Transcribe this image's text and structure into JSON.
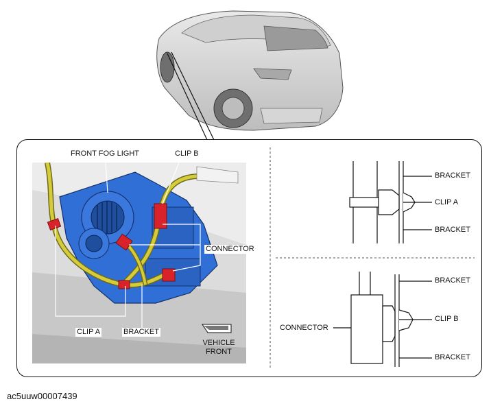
{
  "figure_id": "ac5uuw00007439",
  "photo": {
    "labels": {
      "front_fog_light": "FRONT FOG LIGHT",
      "clip_b": "CLIP B",
      "connector": "CONNECTOR",
      "clip_a": "CLIP A",
      "bracket": "BRACKET",
      "vehicle_front_line1": "VEHICLE",
      "vehicle_front_line2": "FRONT"
    }
  },
  "detail_top": {
    "labels": {
      "bracket_top": "BRACKET",
      "clip": "CLIP A",
      "bracket_bottom": "BRACKET"
    }
  },
  "detail_bottom": {
    "labels": {
      "bracket_top": "BRACKET",
      "clip": "CLIP B",
      "connector": "CONNECTOR",
      "bracket_bottom": "BRACKET"
    }
  },
  "colors": {
    "fog_light_body": "#2f6fd6",
    "harness": "#c8c23a",
    "clips": "#d8232a",
    "outline": "#111111"
  }
}
